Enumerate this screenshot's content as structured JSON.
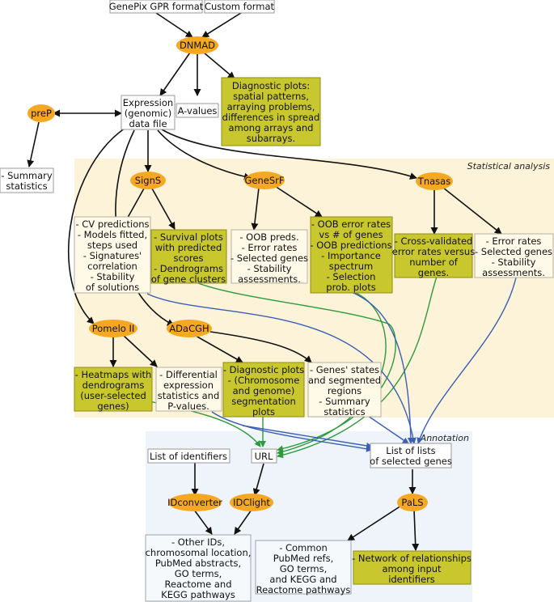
{
  "regions": {
    "statistical": "Statistical analysis",
    "annotation": "Annotation"
  },
  "inputs": {
    "genepix": "GenePix GPR format",
    "custom": "Custom format"
  },
  "nodes": {
    "dnmad": "DNMAD",
    "prep": "preP",
    "signs": "SignS",
    "genesrf": "GeneSrF",
    "tnasas": "Tnasas",
    "pomelo": "Pomelo II",
    "adacgh": "ADaCGH",
    "idconverter": "IDconverter",
    "idclight": "IDClight",
    "pals": "PaLS"
  },
  "boxes": {
    "expression": [
      "Expression",
      "(genomic)",
      "data file"
    ],
    "avalues": [
      "A-values"
    ],
    "diagnostic_dnmad": [
      "Diagnostic plots:",
      "spatial patterns,",
      "arraying problems,",
      "differences in spread",
      "among arrays and",
      "subarrays."
    ],
    "summary_prep": [
      "- Summary",
      "statistics"
    ],
    "signs_results": [
      "- CV predictions",
      "- Models fitted,",
      "steps used",
      "- Signatures'",
      "correlation",
      "- Stability",
      "of solutions"
    ],
    "signs_plots": [
      "- Survival plots",
      "with predicted",
      "scores",
      "- Dendrograms",
      "of gene clusters"
    ],
    "genesrf_results": [
      "- OOB preds.",
      "- Error rates",
      "- Selected genes",
      "- Stability",
      "assessments."
    ],
    "genesrf_plots": [
      "- OOB error rates",
      "vs # of genes",
      "- OOB predictions",
      "- Importance",
      "spectrum",
      "- Selection",
      "prob. plots"
    ],
    "tnasas_plots": [
      "- Cross-validated",
      "error rates versus",
      "number of",
      "genes."
    ],
    "tnasas_results": [
      "- Error rates",
      "- Selected genes",
      "- Stability",
      "assessments."
    ],
    "pomelo_plots": [
      "- Heatmaps with",
      "dendrograms",
      "(user-selected",
      "genes)"
    ],
    "pomelo_results": [
      "- Differential",
      "expression",
      "statistics and",
      "P-values."
    ],
    "adacgh_plots": [
      "- Diagnostic plots",
      "- (Chromosome",
      "and genome)",
      "segmentation",
      "plots"
    ],
    "adacgh_results": [
      "- Genes' states",
      "and segmented",
      "regions",
      "- Summary",
      "statistics"
    ],
    "list_ids": [
      "List of identifiers"
    ],
    "url": [
      "URL"
    ],
    "list_lists": [
      "List of lists",
      "of selected genes"
    ],
    "id_results": [
      "- Other IDs,",
      "chromosomal location,",
      "PubMed abstracts,",
      "GO terms,",
      "Reactome and",
      "KEGG pathways"
    ],
    "pals_results": [
      "- Common",
      "PubMed refs,",
      "GO terms,",
      "and KEGG and",
      "Reactome pathways"
    ],
    "pals_network": [
      "- Network of relationships",
      "among input",
      "identifiers"
    ]
  },
  "colors": {
    "node": "#f7a823",
    "output_plot": "#c9c72e",
    "stat_region": "#fdf3d9",
    "annotation_region": "#eef4fa",
    "edge_url": "#2e9a3e",
    "edge_list": "#3a5fb5"
  }
}
